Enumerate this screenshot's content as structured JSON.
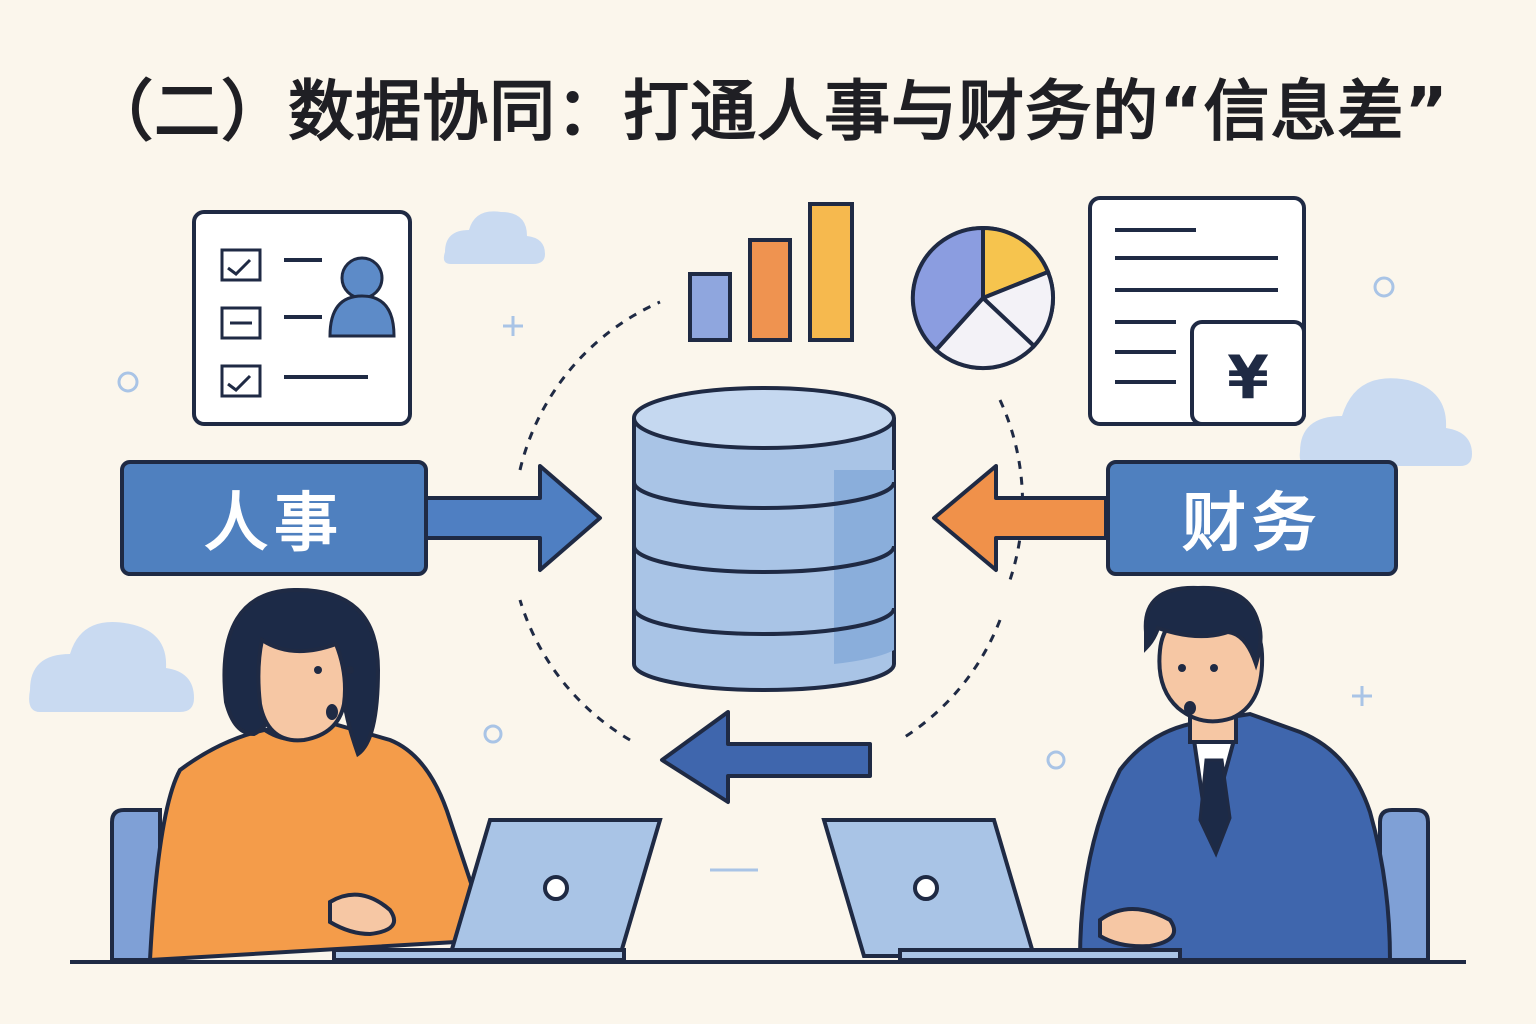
{
  "title": "（二）数据协同：打通人事与财务的“信息差”",
  "labels": {
    "hr": "人事",
    "finance": "财务"
  },
  "icons": {
    "hr_card": "employee-checklist-icon",
    "bar_chart": "bar-chart-icon",
    "pie_chart": "pie-chart-icon",
    "finance_doc": "invoice-yen-icon",
    "database": "database-icon",
    "currency_symbol": "¥"
  },
  "colors": {
    "background": "#fbf6ec",
    "primary_blue": "#4f80bf",
    "dark_blue": "#3f66ad",
    "orange": "#f0914a",
    "light_blue": "#a9c4e6",
    "outline": "#1f2a44"
  }
}
